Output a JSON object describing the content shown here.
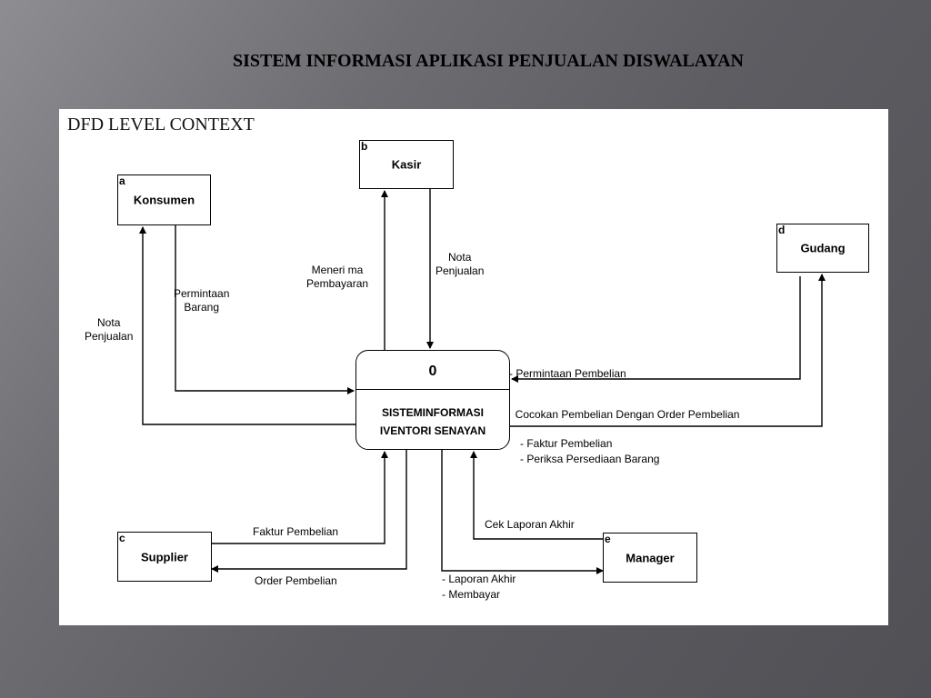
{
  "slide": {
    "title": "SISTEM INFORMASI APLIKASI PENJUALAN DISWALAYAN"
  },
  "diagram": {
    "title": "DFD LEVEL CONTEXT",
    "process": {
      "id": "0",
      "name_line1": "SISTEMINFORMASI",
      "name_line2": "IVENTORI SENAYAN"
    },
    "entities": {
      "konsumen": {
        "code": "a",
        "name": "Konsumen"
      },
      "kasir": {
        "code": "b",
        "name": "Kasir"
      },
      "supplier": {
        "code": "c",
        "name": "Supplier"
      },
      "gudang": {
        "code": "d",
        "name": "Gudang"
      },
      "manager": {
        "code": "e",
        "name": "Manager"
      }
    },
    "flows": {
      "permintaan_barang": [
        "Permintaan",
        "Barang"
      ],
      "nota_penjualan_konsumen": [
        "Nota",
        "Penjualan"
      ],
      "menerima_pembayaran": [
        "Meneri ma",
        "Pembayaran"
      ],
      "nota_penjualan_kasir": [
        "Nota",
        "Penjualan"
      ],
      "gudang_in": [
        "- Permintaan Pembelian",
        "  Cocokan Pembelian Dengan Order Pembelian"
      ],
      "gudang_out": [
        "- Faktur Pembelian",
        "- Periksa Persediaan Barang"
      ],
      "faktur_pembelian": "Faktur Pembelian",
      "order_pembelian": "Order Pembelian",
      "cek_laporan_akhir": "Cek Laporan Akhir",
      "manager_out": [
        "- Laporan Akhir",
        "- Membayar"
      ]
    }
  }
}
